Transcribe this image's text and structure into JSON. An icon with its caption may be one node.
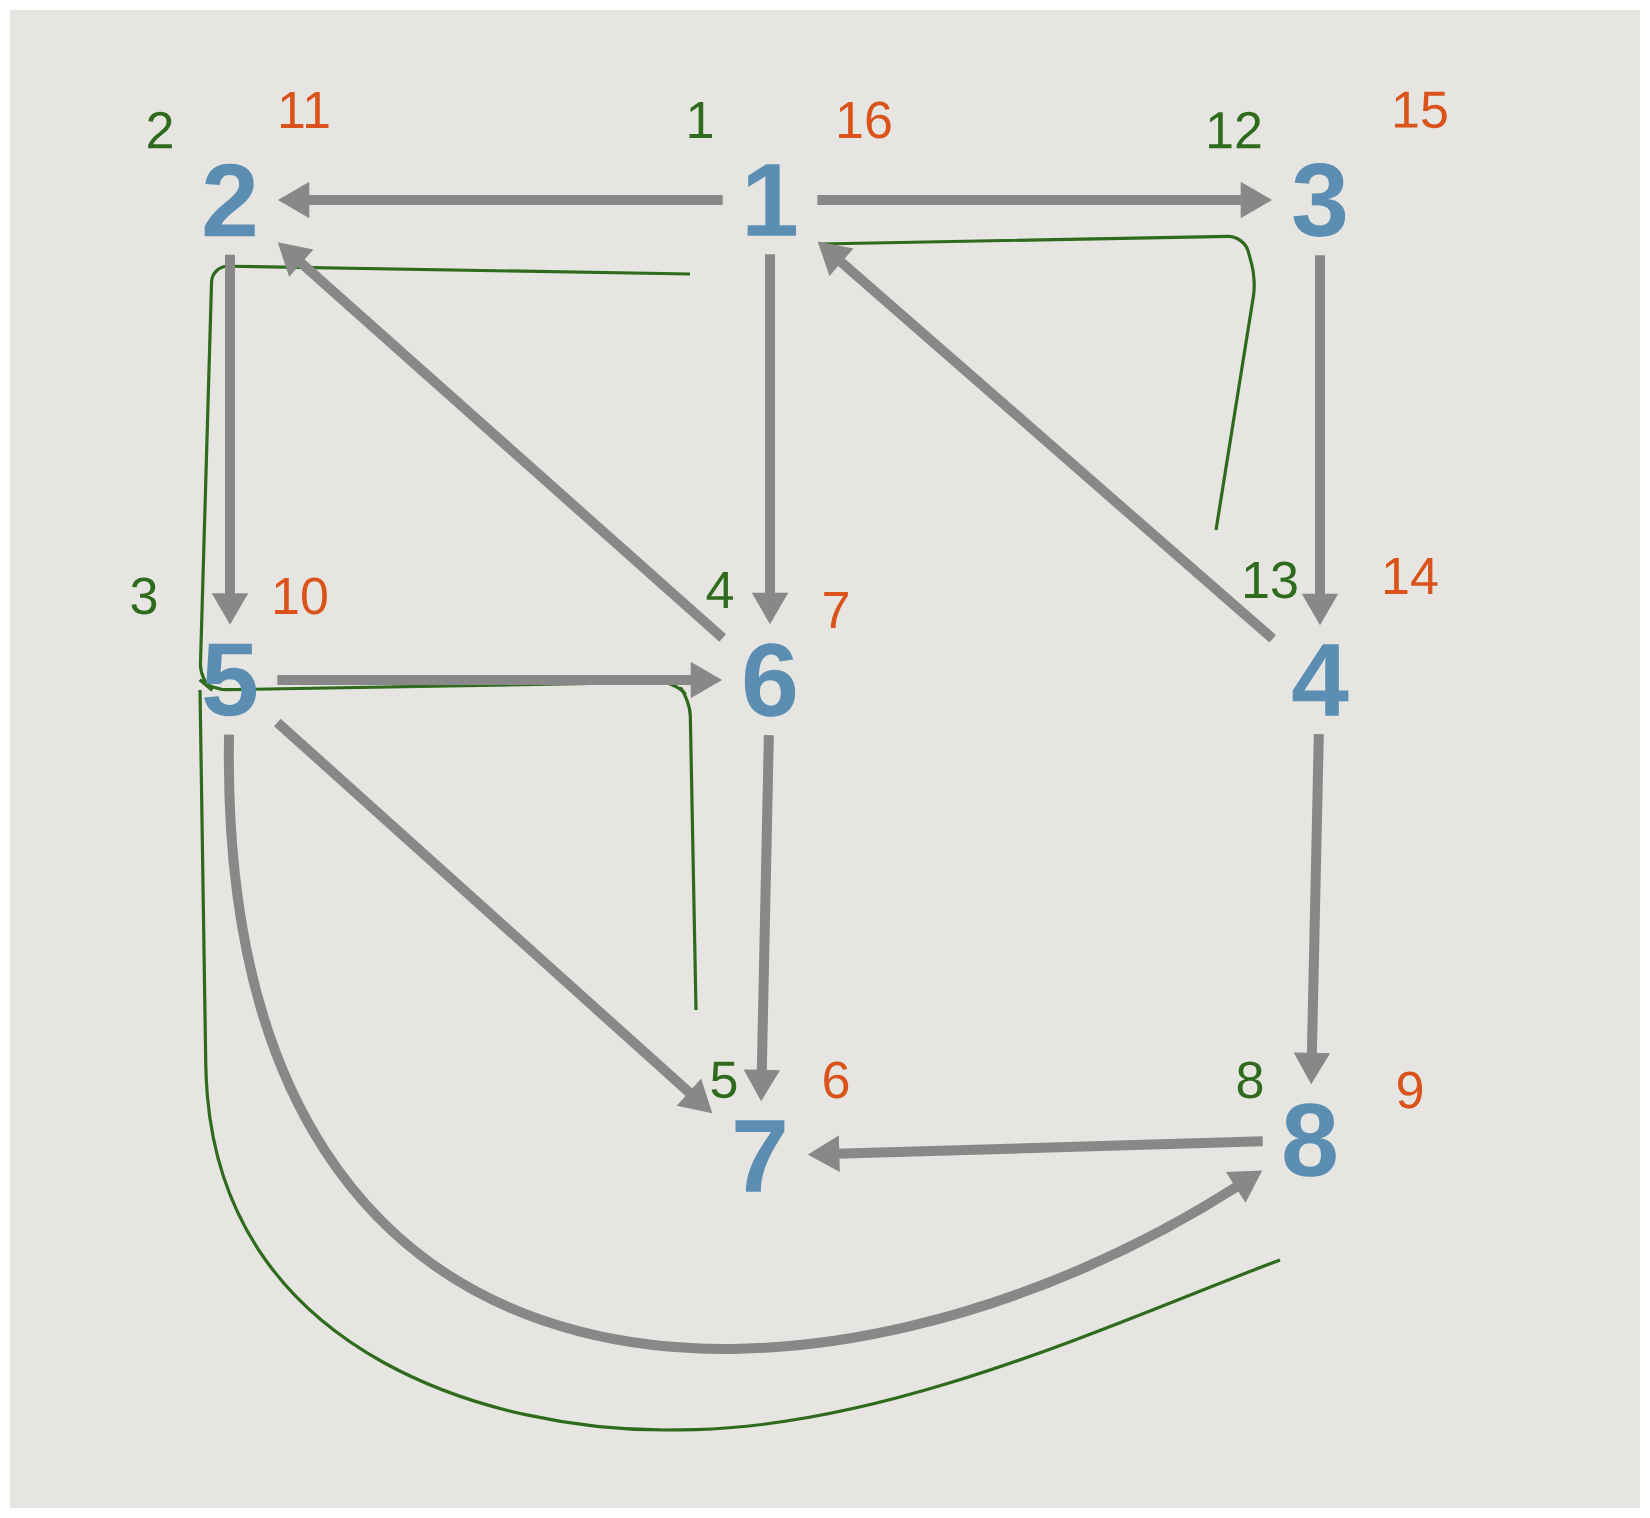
{
  "diagram": {
    "nodes": [
      {
        "text": [
          "2"
        ],
        "beside": [
          "2",
          "11"
        ]
      },
      {
        "text": [
          "1"
        ],
        "beside": [
          "1",
          "16"
        ]
      },
      {
        "text": [
          "3"
        ],
        "beside": [
          "12",
          "15"
        ]
      },
      {
        "text": [
          "5"
        ],
        "beside": [
          "3",
          "10"
        ]
      },
      {
        "text": [
          "6"
        ],
        "beside": [
          "4",
          "7"
        ]
      },
      {
        "text": [
          "4"
        ],
        "beside": [
          "13",
          "14"
        ]
      },
      {
        "text": [
          "7"
        ],
        "beside": [
          "5",
          "6"
        ]
      },
      {
        "text": [
          "8"
        ],
        "beside": [
          "8",
          "9"
        ]
      }
    ],
    "edges": [
      {
        "from": 1,
        "to": 0,
        "arrow": "to"
      },
      {
        "from": 1,
        "to": 2,
        "arrow": "to"
      },
      {
        "from": 1,
        "to": 4,
        "arrow": "to"
      },
      {
        "from": 0,
        "to": 3,
        "arrow": "to"
      },
      {
        "from": 4,
        "to": 0,
        "arrow": "to"
      },
      {
        "from": 2,
        "to": 5,
        "arrow": "to"
      },
      {
        "from": 5,
        "to": 1,
        "arrow": "to"
      },
      {
        "from": 3,
        "to": 4,
        "arrow": "to"
      },
      {
        "from": 3,
        "to": 6,
        "arrow": "to"
      },
      {
        "from": 4,
        "to": 6,
        "arrow": "to"
      },
      {
        "from": 5,
        "to": 7,
        "arrow": "to"
      },
      {
        "from": 7,
        "to": 6,
        "arrow": "to"
      },
      {
        "from": 3,
        "to": 7,
        "arrow": "to"
      }
    ]
  }
}
